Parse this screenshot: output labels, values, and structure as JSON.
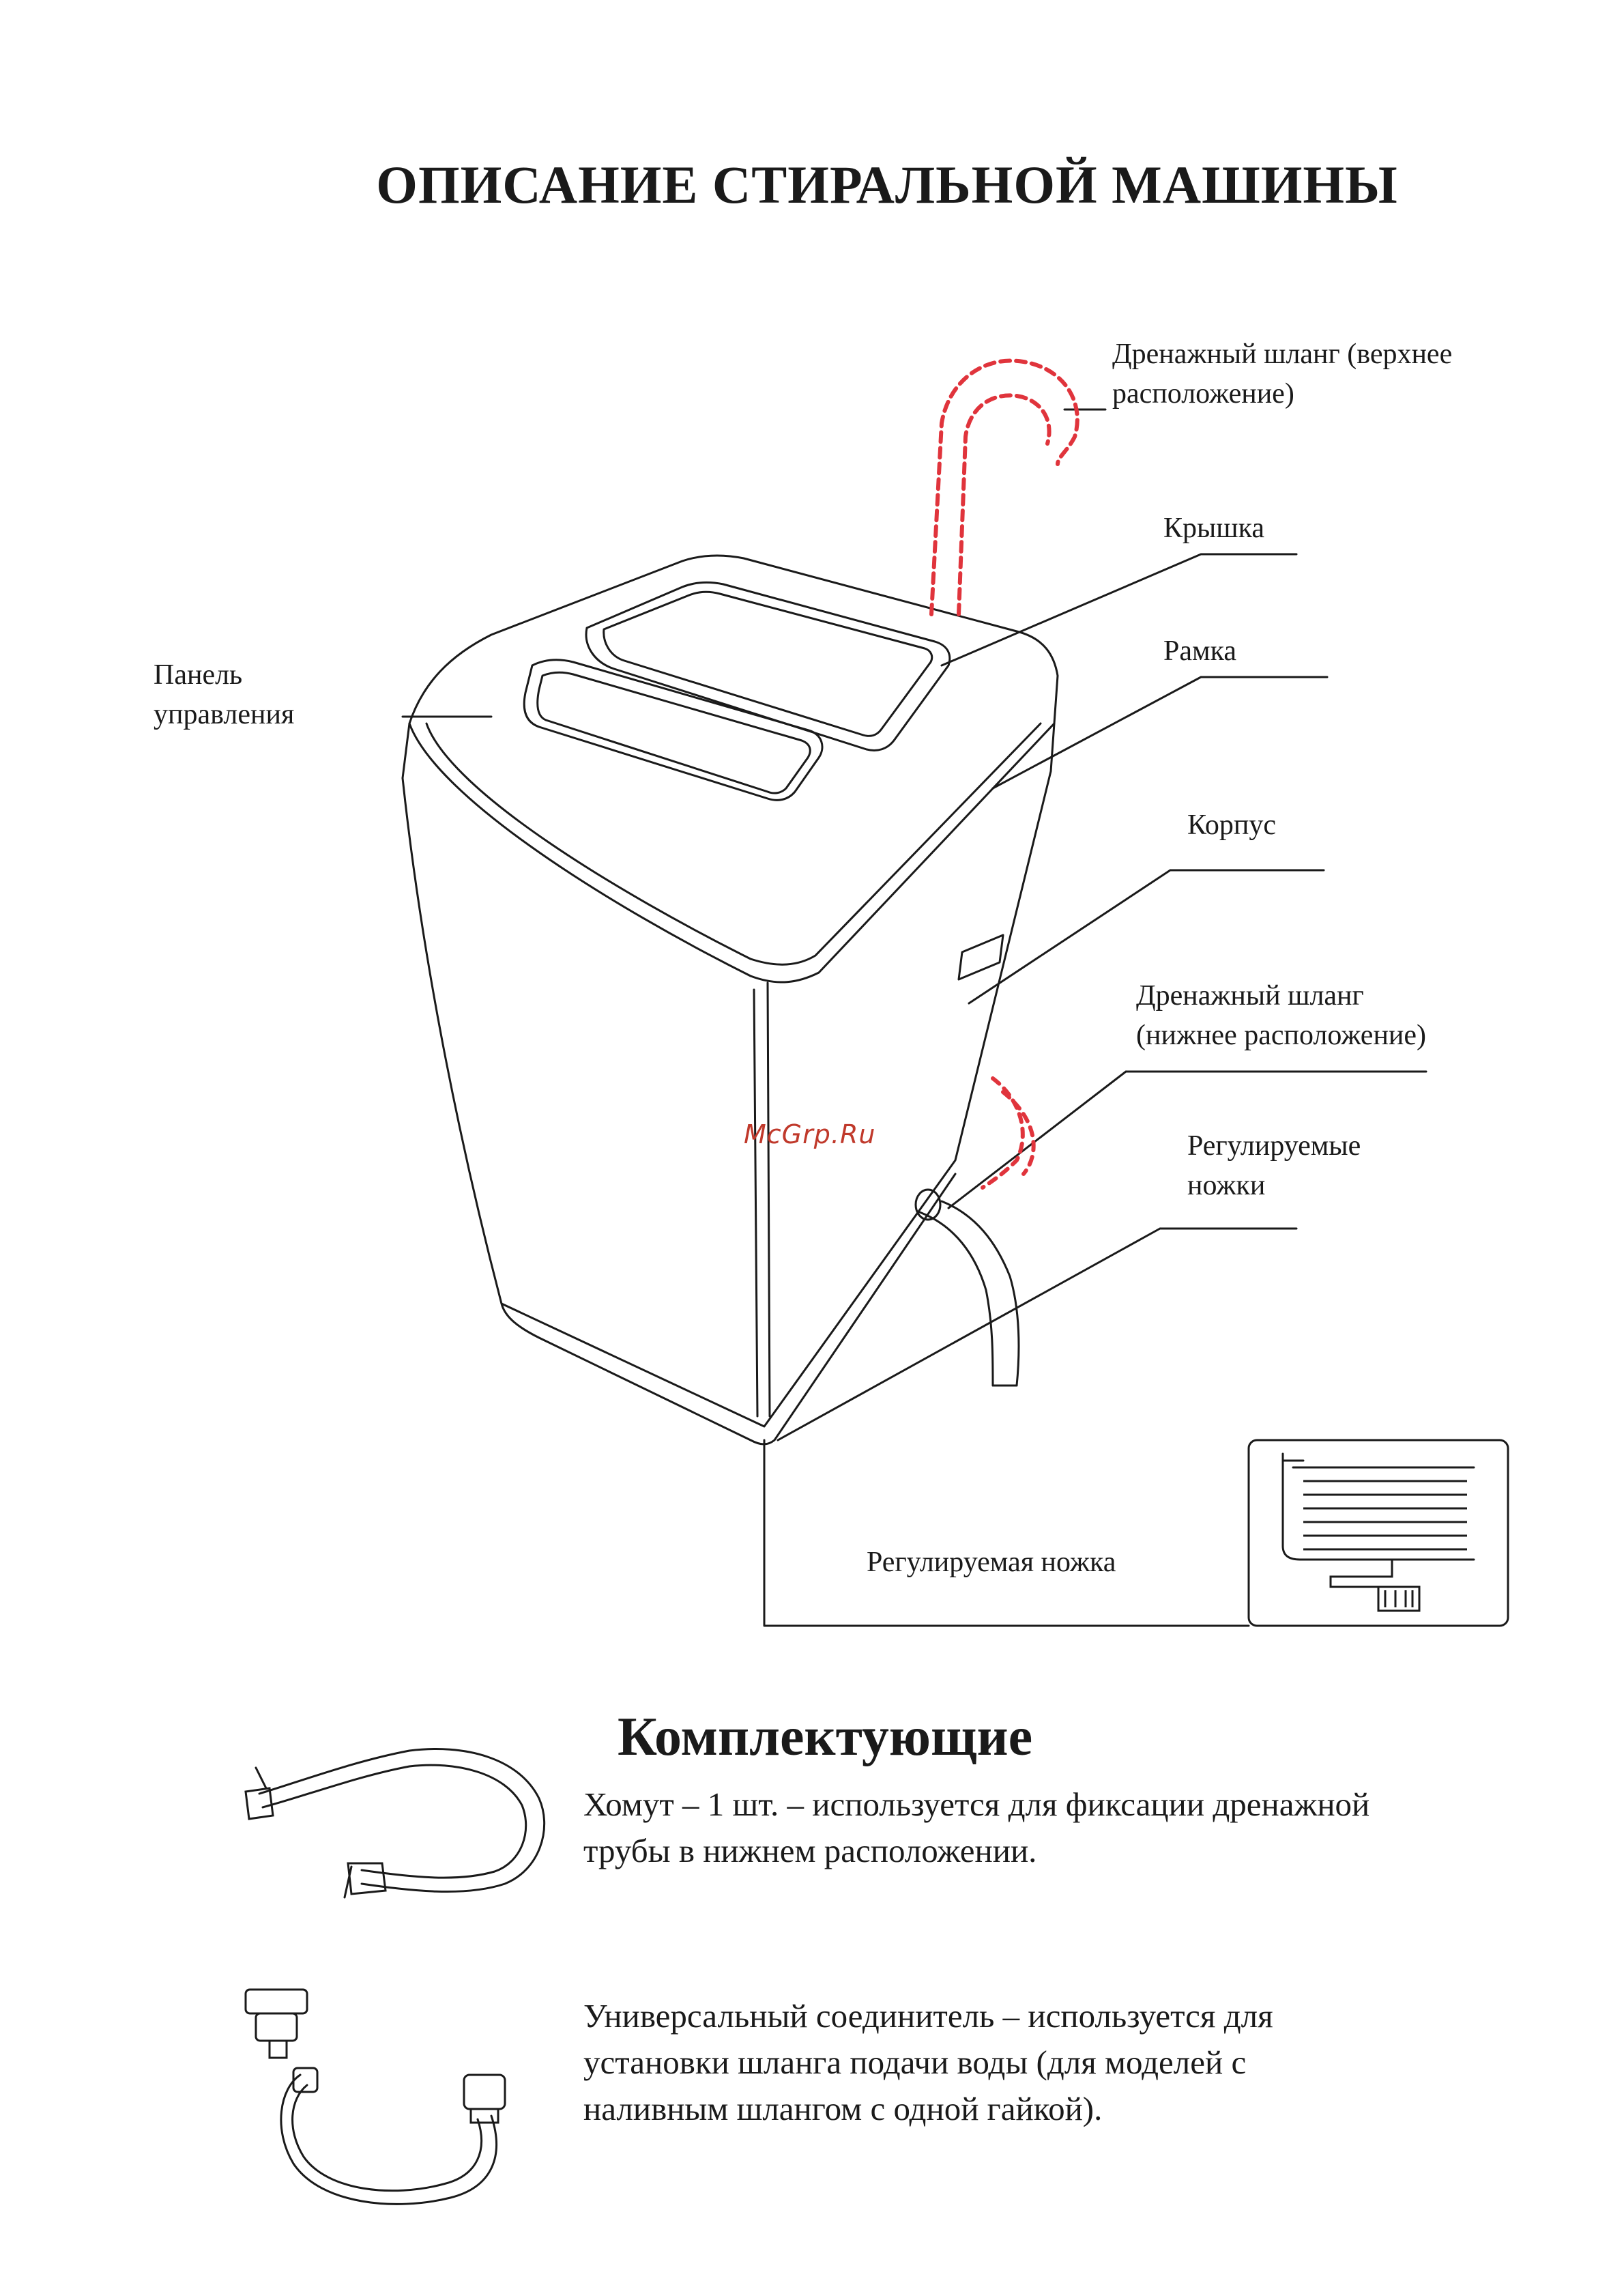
{
  "page": {
    "title": "ОПИСАНИЕ СТИРАЛЬНОЙ МАШИНЫ",
    "watermark": "McGrp.Ru"
  },
  "diagram": {
    "labels": {
      "drain_hose_upper_line1": "Дренажный шланг (верхнее",
      "drain_hose_upper_line2": "расположение)",
      "lid": "Крышка",
      "frame": "Рамка",
      "body": "Корпус",
      "drain_hose_lower_line1": "Дренажный шланг",
      "drain_hose_lower_line2": "(нижнее расположение)",
      "adjustable_legs_line1": "Регулируемые",
      "adjustable_legs_line2": "ножки",
      "control_panel_line1": "Панель",
      "control_panel_line2": "управления",
      "adjustable_leg": "Регулируемая ножка"
    },
    "colors": {
      "line": "#1a1a1a",
      "hose_dashed": "#e0343c"
    }
  },
  "accessories": {
    "title": "Комплектующие",
    "items": [
      {
        "icon": "hose-clamp-icon",
        "line1": "Хомут – 1 шт. – используется для фиксации дренажной",
        "line2": "трубы в нижнем расположении."
      },
      {
        "icon": "universal-connector-icon",
        "line1": "Универсальный соединитель – используется для",
        "line2": "установки шланга подачи воды (для моделей с",
        "line3": "наливным шлангом с одной гайкой)."
      }
    ]
  }
}
